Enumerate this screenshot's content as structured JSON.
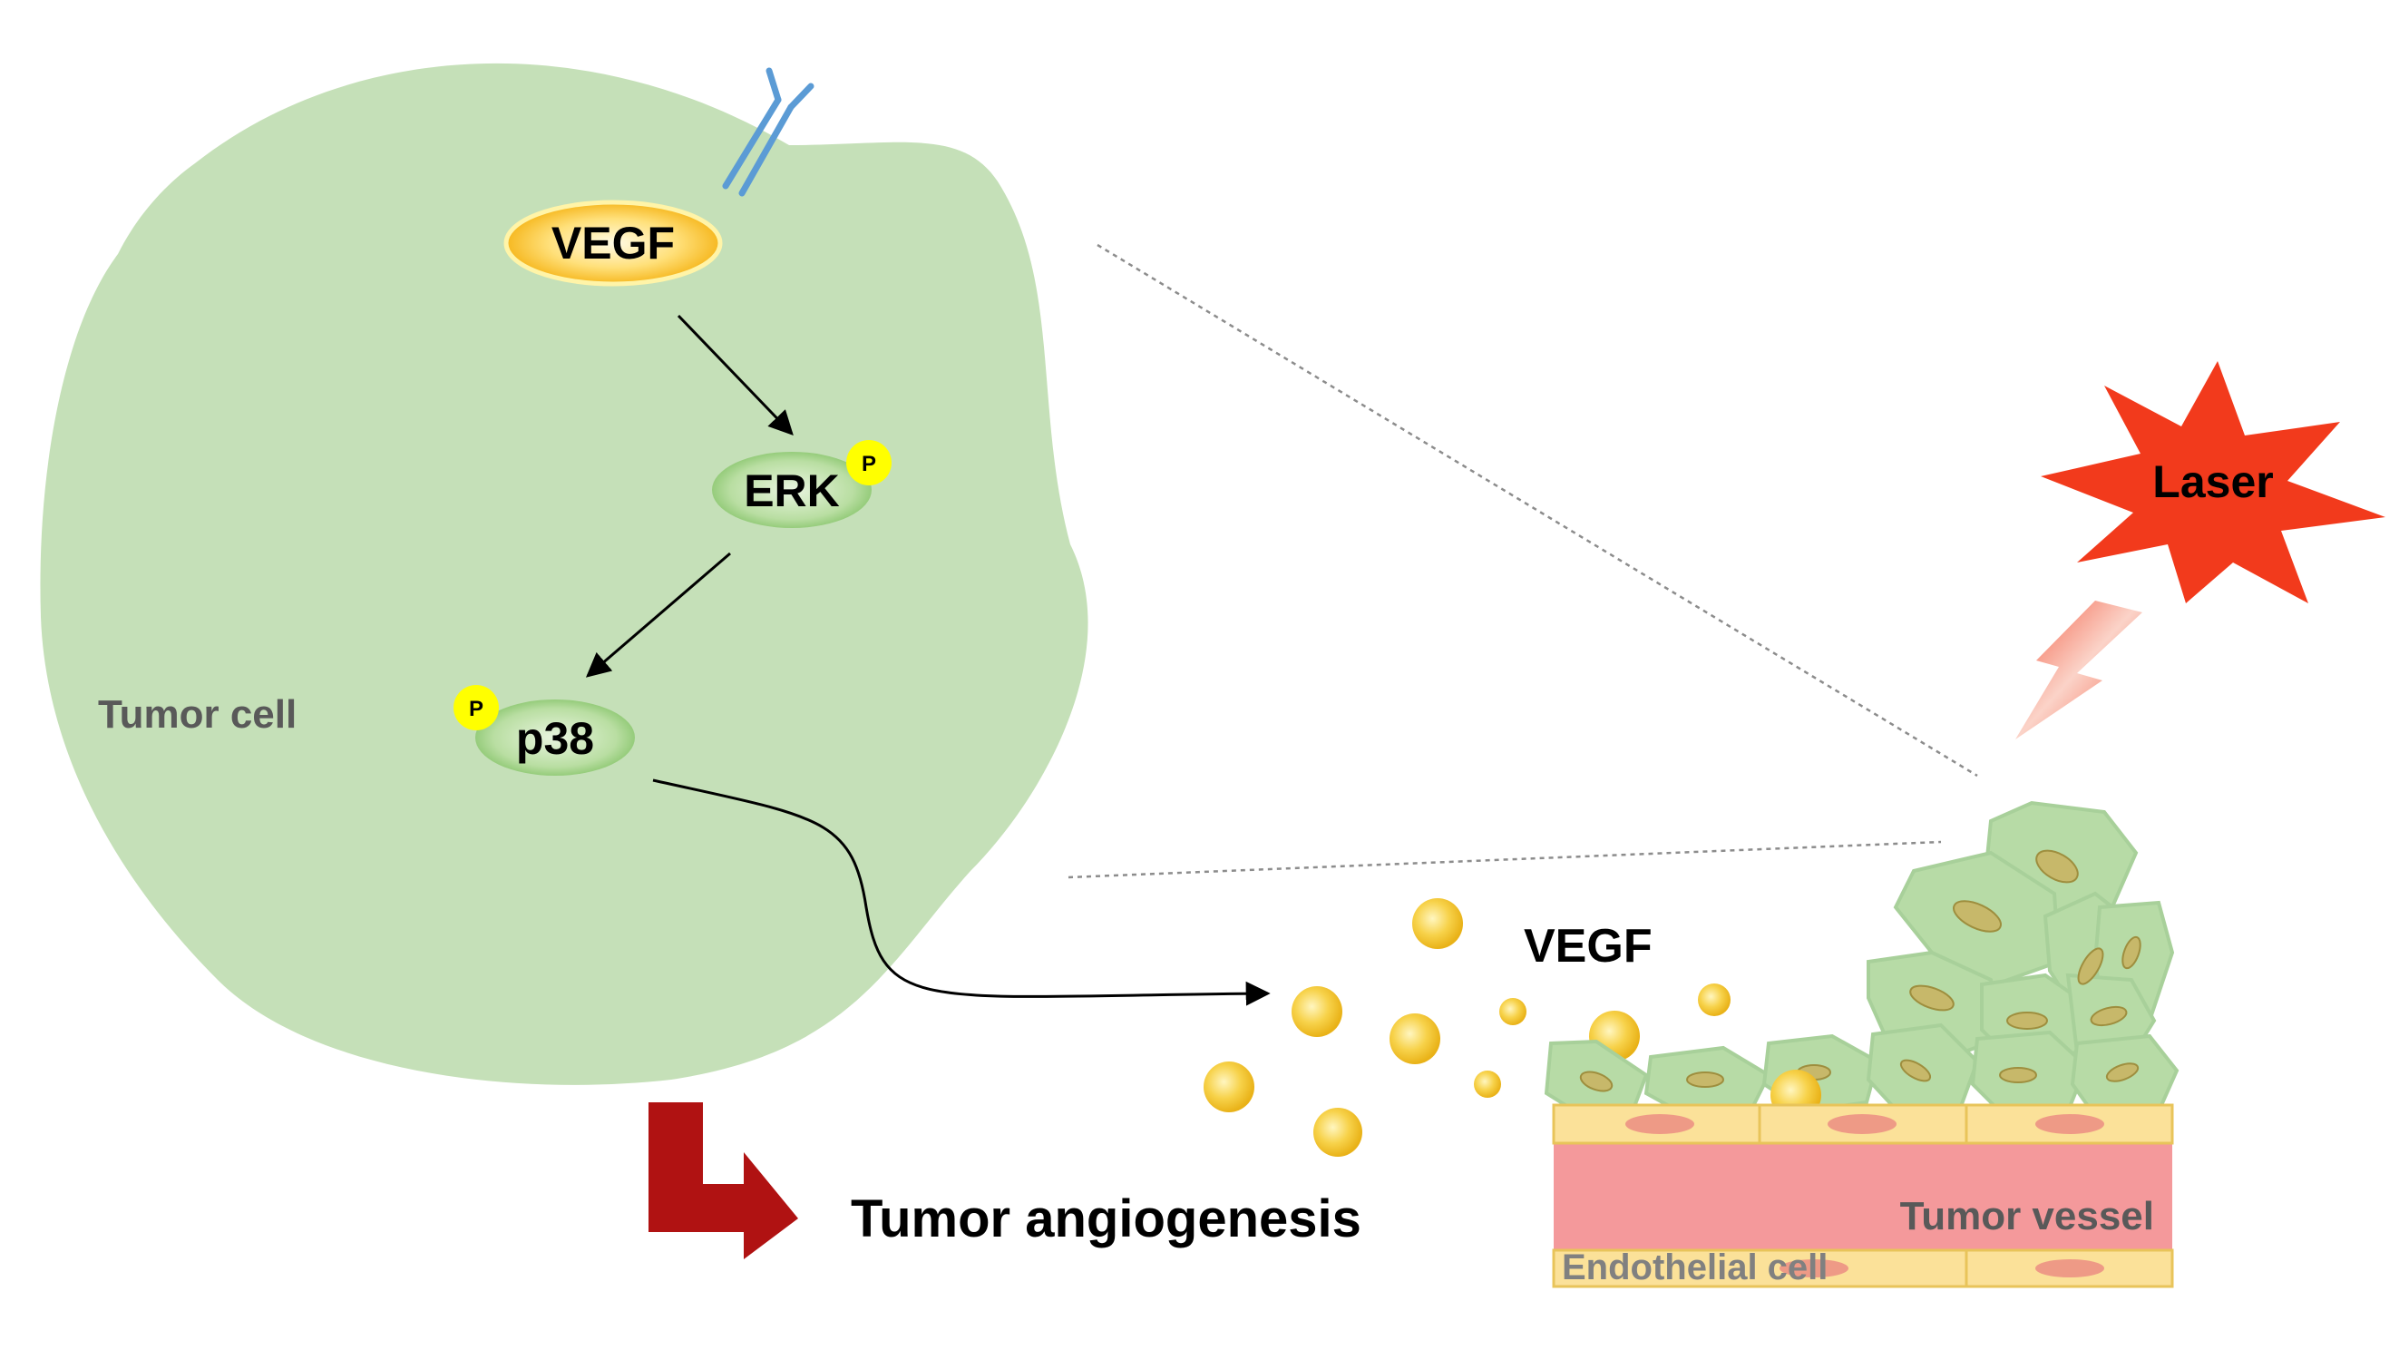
{
  "labels": {
    "vegf_receptor": "VEGF",
    "erk": "ERK",
    "p38": "p38",
    "phospho": "P",
    "tumor_cell": "Tumor cell",
    "vegf_secreted": "VEGF",
    "laser": "Laser",
    "tumor_angiogenesis": "Tumor angiogenesis",
    "tumor_vessel": "Tumor vessel",
    "endothelial_cell": "Endothelial cell"
  },
  "colors": {
    "tumor_cell_fill": "#c5e0b8",
    "cell_cluster_fill": "#b7dba6",
    "cell_cluster_stroke": "#a8d09a",
    "nucleus_fill": "#c7b86a",
    "vessel_lumen": "#f4999b",
    "endothelial_layer": "#fbe199",
    "endothelial_border": "#e8c45a",
    "endothelial_nucleus": "#ee9a86",
    "vegf_particle": "#f6c832",
    "laser_burst": "#f23a1c",
    "arrow_red": "#b01212",
    "antibody_blue": "#5b9bd5",
    "phospho_yellow": "#ffff00",
    "protein_green": "#a6d68a"
  }
}
